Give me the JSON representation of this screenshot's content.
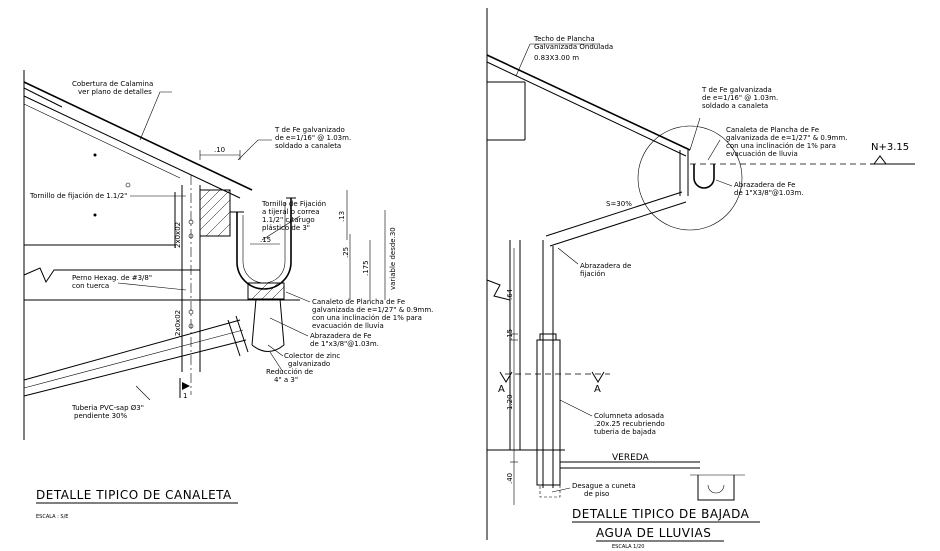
{
  "left_detail": {
    "title": "DETALLE TIPICO DE CANALETA",
    "scale": "ESCALA : S/E",
    "notes": {
      "cobertura": [
        "Cobertura de Calamina",
        "ver plano de detalles"
      ],
      "t_fe": [
        "T de Fe galvanizado",
        "de e=1/16\" @ 1.03m.",
        "soldado a canaleta"
      ],
      "tornillo_fijacion_small": "Tornillo de fijación de 1.1/2\"",
      "tornillo_fijacion": [
        "Tornillo de Fijación",
        "a tijeral o correa",
        "1.1/2\" c/tarugo",
        "plástico de 3\""
      ],
      "perno": [
        "Perno Hexag. de #3/8\"",
        "con tuerca"
      ],
      "canaleto": [
        "Canaleto de Plancha de Fe",
        "galvanizada de e=1/27\" & 0.9mm.",
        "con una inclinación de 1% para",
        "evacuación de lluvia"
      ],
      "abrazadera": [
        "Abrazadera de Fe",
        "de 1\"x3/8\"@1.03m."
      ],
      "colector": [
        "Colector de zinc",
        "galvanizado"
      ],
      "reduccion": [
        "Reducción de",
        "4\" a 3\""
      ],
      "tuberia": [
        "Tuberia PVC-sap Ø3\"",
        "pendiente 30%"
      ]
    },
    "dims": {
      "top": ".10",
      "d15": ".15",
      "d13": ".13",
      "d25": ".25",
      "d175": ".175",
      "variable": "variable desde.30",
      "side1": "2x0x02",
      "side2": "2x0x02",
      "marker": "1"
    }
  },
  "right_detail": {
    "title_line1": "DETALLE TIPICO DE BAJADA",
    "title_line2": "AGUA DE LLUVIAS",
    "scale": "ESCALA 1/20",
    "level": "N+3.15",
    "vereda": "VEREDA",
    "slope": "S=30%",
    "section_marks": [
      "A",
      "A"
    ],
    "notes": {
      "techo": [
        "Techo de Plancha",
        "Galvanizada Ondulada",
        "0.83X3.00 m"
      ],
      "t_fe": [
        "T de Fe galvanizada",
        "de e=1/16\" @ 1.03m.",
        "soldado a canaleta"
      ],
      "canaleta": [
        "Canaleta de Plancha de Fe",
        "galvanizada de e=1/27\" & 0.9mm.",
        "con una inclinación de 1% para",
        "evacuación de lluvia"
      ],
      "abrazadera_top": [
        "Abrazadera de Fe",
        "de 1\"X3/8\"@1.03m."
      ],
      "abrazadera_fij": [
        "Abrazadera de",
        "fijación"
      ],
      "columneta": [
        "Columneta adosada",
        ".20x.25 recubriendo",
        "tuberia de bajada"
      ],
      "desague": [
        "Desague a cuneta",
        "de piso"
      ]
    },
    "dims": {
      "d1": ".64",
      "d2": ".15",
      "d3": "1.20",
      "d4": ".40"
    }
  }
}
